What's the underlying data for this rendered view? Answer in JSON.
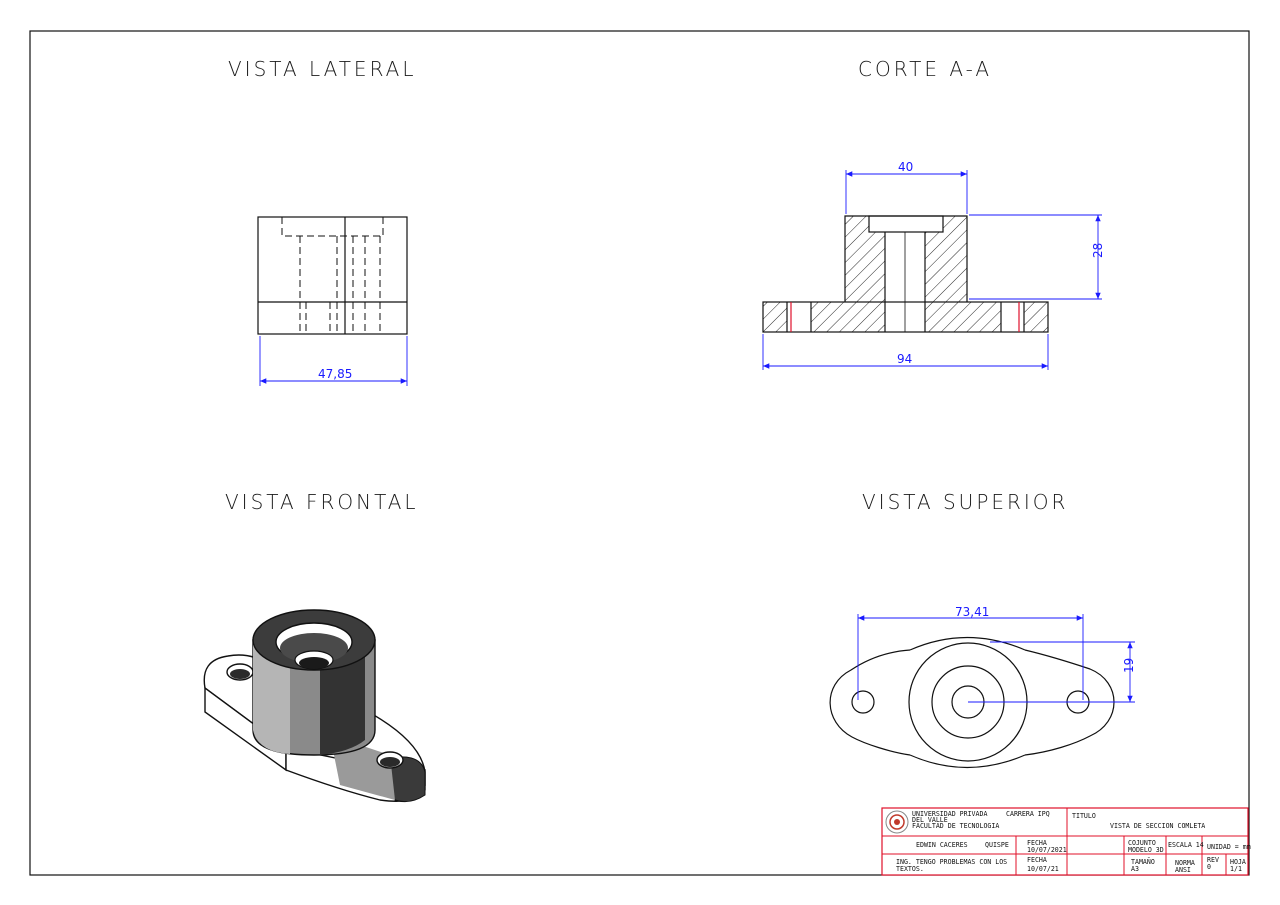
{
  "views": {
    "lateral": {
      "title": "VISTA LATERAL",
      "dim_width": "47,85"
    },
    "corte": {
      "title": "CORTE A-A",
      "dim_top": "40",
      "dim_height": "28",
      "dim_base": "94"
    },
    "frontal": {
      "title": "VISTA FRONTAL"
    },
    "superior": {
      "title": "VISTA SUPERIOR",
      "dim_length": "73,41",
      "dim_offset": "19"
    }
  },
  "title_block": {
    "institution_1": "UNIVERSIDAD PRIVADA",
    "institution_2": "DEL VALLE",
    "institution_3": "FACULTAD DE TECNOLOGIA",
    "career": "CARRERA IPQ",
    "titulo_label": "TITULO",
    "titulo_value": "VISTA DE SECCION COMLETA",
    "author_first": "EDWIN CACERES",
    "author_last": "QUISPE",
    "fecha_label_1": "FECHA",
    "fecha_value_1": "10/07/2021",
    "conjunto_1": "COJUNTO",
    "conjunto_2": "MODELO 3D",
    "escala": "ESCALA 14",
    "unidad": "UNIDAD = mm",
    "reviewer_1": "ING. TENGO PROBLEMAS CON LOS",
    "reviewer_2": "TEXTOS.",
    "fecha_label_2": "FECHA",
    "fecha_value_2": "10/07/21",
    "tamano_label": "TAMAÑO",
    "tamano_value": "A3",
    "norma_label": "NORMA",
    "norma_value": "ANSI",
    "rev_label": "REV",
    "rev_value": "0",
    "hoja_label": "HOJA",
    "hoja_value": "1/1"
  },
  "colors": {
    "dimension": "#1a1aff",
    "titleblock": "#e0102a",
    "ink": "#111111"
  }
}
